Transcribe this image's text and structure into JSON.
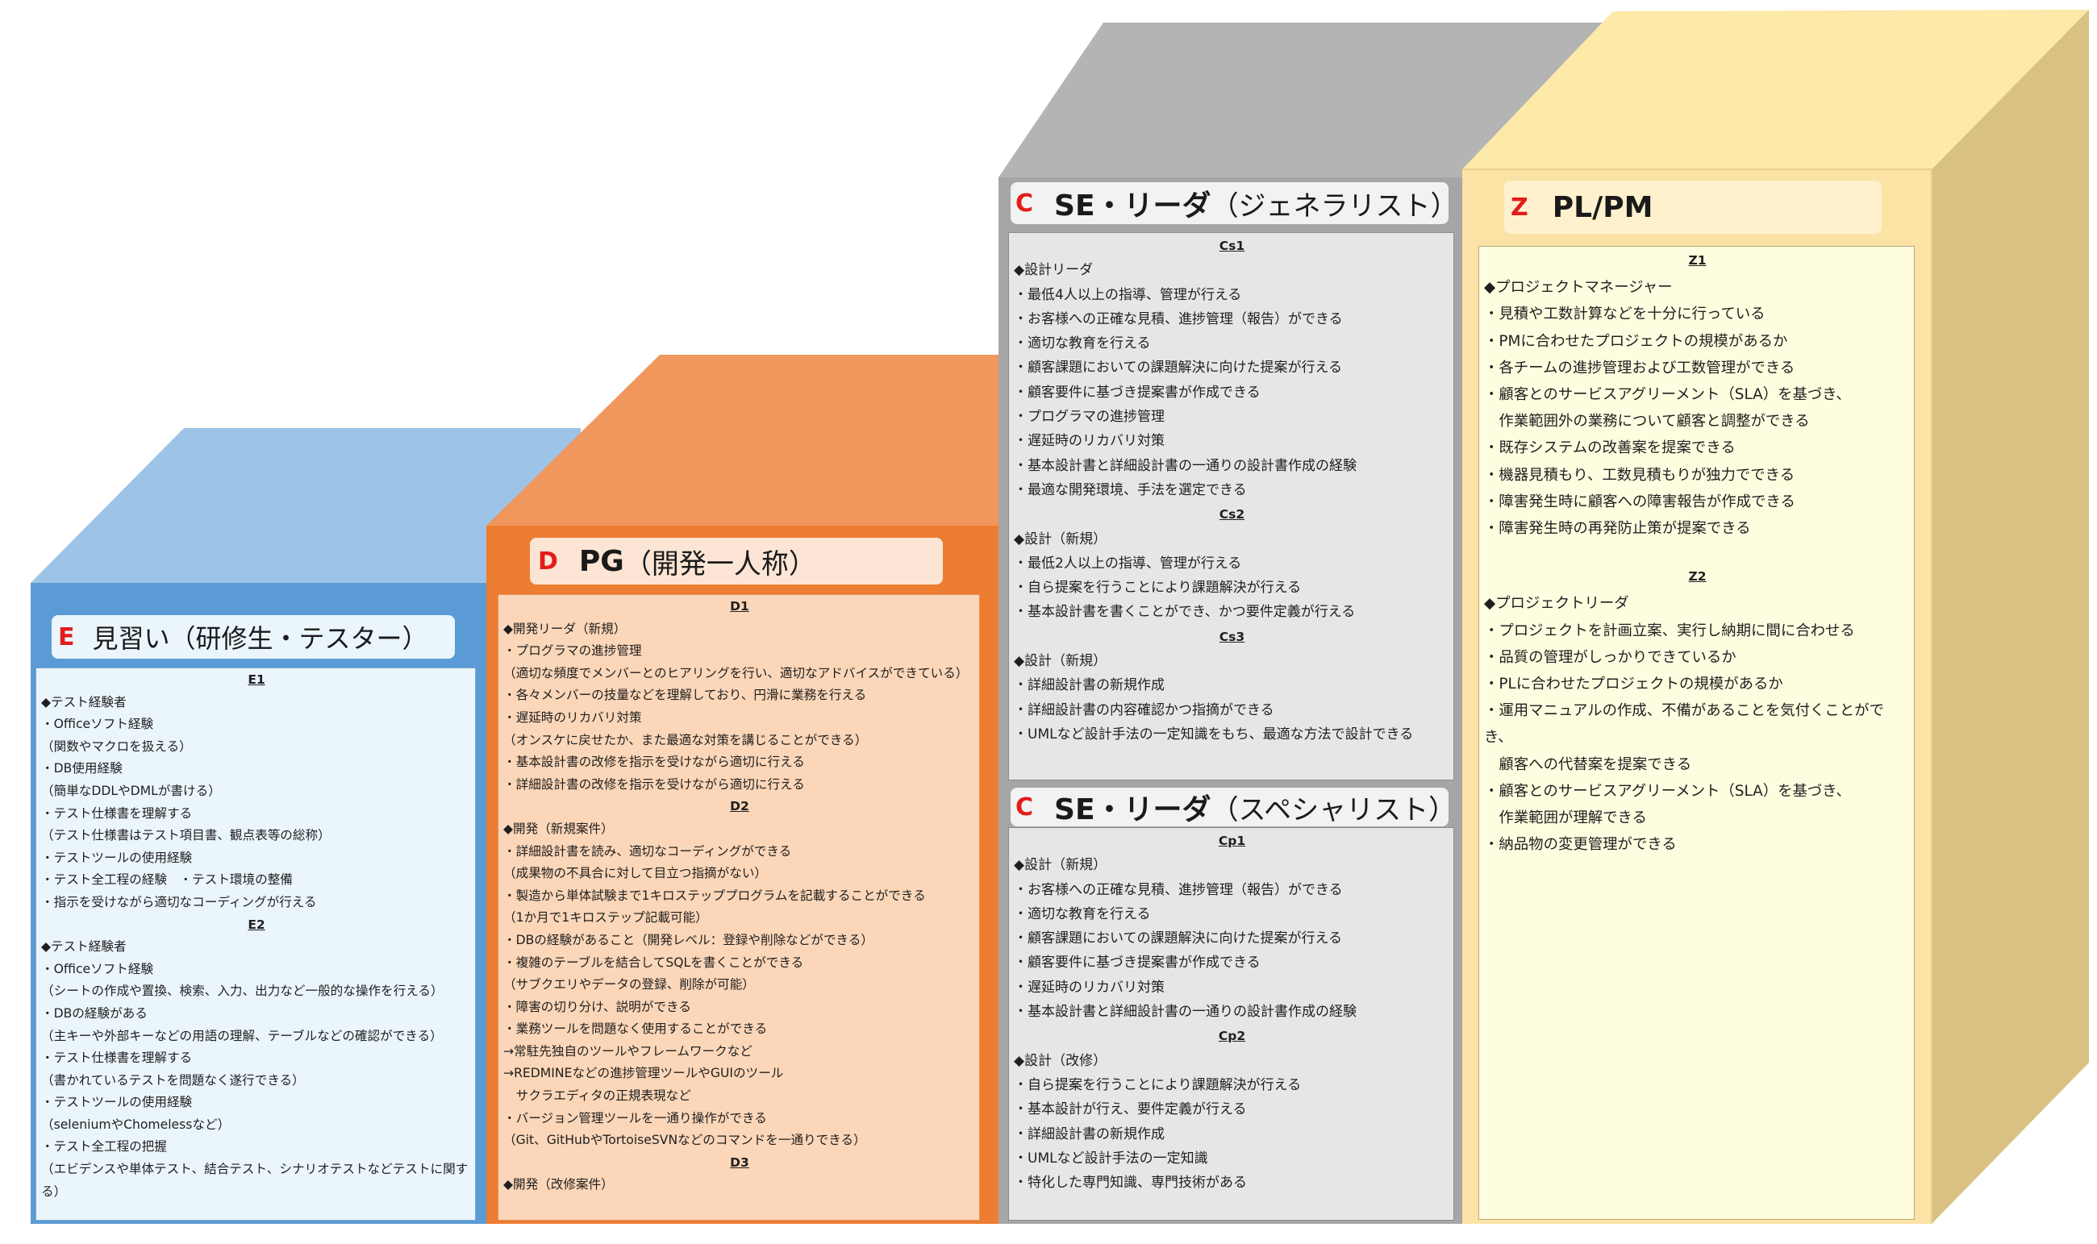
{
  "colors": {
    "E": {
      "front": "#5b9bd5",
      "top": "#9dc3e6",
      "panel": "#ebf5fc",
      "title": "#ebf5fc"
    },
    "D": {
      "front": "#ed7d31",
      "top": "#f0975e",
      "panel": "#fbd6b8",
      "title": "#fce5d4"
    },
    "C": {
      "front": "#a6a6a6",
      "top": "#b4b4b4",
      "panel": "#e7e6e6",
      "title": "#f2f2f2"
    },
    "Z": {
      "front": "#fbe3a5",
      "top": "#fde9a8",
      "side": "#d9c183",
      "panel": "#fffde0",
      "title": "#fff1cd"
    },
    "code": "#e31b1b"
  },
  "titles": [
    {
      "code": "E",
      "main": "見習い",
      "sub": "（研修生・テスター）"
    },
    {
      "code": "D",
      "main": "PG",
      "sub": "（開発一人称）"
    },
    {
      "code": "C",
      "main": "SE・リーダ",
      "sub": "（ジェネラリスト）"
    },
    {
      "code": "C",
      "main": "SE・リーダ",
      "sub": "（スペシャリスト）"
    },
    {
      "code": "Z",
      "main": "PL/PM",
      "sub": ""
    }
  ],
  "E": [
    {
      "h": "E1"
    },
    "◆テスト経験者",
    "・Officeソフト経験",
    "（関数やマクロを扱える）",
    "・DB使用経験",
    "（簡単なDDLやDMLが書ける）",
    "・テスト仕様書を理解する",
    "（テスト仕様書はテスト項目書、観点表等の総称）",
    "・テストツールの使用経験",
    "・テスト全工程の経験　・テスト環境の整備",
    "・指示を受けながら適切なコーディングが行える",
    {
      "h": "E2"
    },
    "◆テスト経験者",
    "・Officeソフト経験",
    "（シートの作成や置換、検索、入力、出力など一般的な操作を行える）",
    "・DBの経験がある",
    "（主キーや外部キーなどの用語の理解、テーブルなどの確認ができる）",
    "・テスト仕様書を理解する",
    "（書かれているテストを問題なく遂行できる）",
    "・テストツールの使用経験",
    "（seleniumやChomelessなど）",
    "・テスト全工程の把握",
    "（エビデンスや単体テスト、結合テスト、シナリオテストなどテストに関する）"
  ],
  "D": [
    {
      "h": "D1"
    },
    "◆開発リーダ（新規）",
    "・プログラマの進捗管理",
    "（適切な頻度でメンバーとのヒアリングを行い、適切なアドバイスができている）",
    "・各々メンバーの技量などを理解しており、円滑に業務を行える",
    "・遅延時のリカバリ対策",
    "（オンスケに戻せたか、また最適な対策を講じることができる）",
    "・基本設計書の改修を指示を受けながら適切に行える",
    "・詳細設計書の改修を指示を受けながら適切に行える",
    {
      "h": "D2"
    },
    "◆開発（新規案件）",
    "・詳細設計書を読み、適切なコーディングができる",
    "（成果物の不具合に対して目立つ指摘がない）",
    "・製造から単体試験まで1キロステッププログラムを記載することができる",
    "（1か月で1キロステップ記載可能）",
    "・DBの経験があること（開発レベル：登録や削除などができる）",
    "・複雑のテーブルを結合してSQLを書くことができる",
    "（サブクエリやデータの登録、削除が可能）",
    "・障害の切り分け、説明ができる",
    "・業務ツールを問題なく使用することができる",
    "→常駐先独自のツールやフレームワークなど",
    "→REDMINEなどの進捗管理ツールやGUIのツール",
    "　サクラエディタの正規表現など",
    "・バージョン管理ツールを一通り操作ができる",
    "（Git、GitHubやTortoiseSVNなどのコマンドを一通りできる）",
    {
      "h": "D3"
    },
    "◆開発（改修案件）"
  ],
  "Cs": [
    {
      "h": "Cs1"
    },
    "◆設計リーダ",
    "・最低4人以上の指導、管理が行える",
    "・お客様への正確な見積、進捗管理（報告）ができる",
    "・適切な教育を行える",
    "・顧客課題においての課題解決に向けた提案が行える",
    "・顧客要件に基づき提案書が作成できる",
    "・プログラマの進捗管理",
    "・遅延時のリカバリ対策",
    "・基本設計書と詳細設計書の一通りの設計書作成の経験",
    "・最適な開発環境、手法を選定できる",
    {
      "h": "Cs2"
    },
    "◆設計（新規）",
    "・最低2人以上の指導、管理が行える",
    "・自ら提案を行うことにより課題解決が行える",
    "・基本設計書を書くことができ、かつ要件定義が行える",
    {
      "h": "Cs3"
    },
    "◆設計（新規）",
    "・詳細設計書の新規作成",
    "・詳細設計書の内容確認かつ指摘ができる",
    "・UMLなど設計手法の一定知識をもち、最適な方法で設計できる"
  ],
  "Cp": [
    {
      "h": "Cp1"
    },
    "◆設計（新規）",
    "・お客様への正確な見積、進捗管理（報告）ができる",
    "・適切な教育を行える",
    "・顧客課題においての課題解決に向けた提案が行える",
    "・顧客要件に基づき提案書が作成できる",
    "・遅延時のリカバリ対策",
    "・基本設計書と詳細設計書の一通りの設計書作成の経験",
    {
      "h": "Cp2"
    },
    "◆設計（改修）",
    "・自ら提案を行うことにより課題解決が行える",
    "・基本設計が行え、要件定義が行える",
    "・詳細設計書の新規作成",
    "・UMLなど設計手法の一定知識",
    "・特化した専門知識、専門技術がある"
  ],
  "Z": [
    {
      "h": "Z1"
    },
    "◆プロジェクトマネージャー",
    "・見積や工数計算などを十分に行っている",
    "・PMに合わせたプロジェクトの規模があるか",
    "・各チームの進捗管理および工数管理ができる",
    "・顧客とのサービスアグリーメント（SLA）を基づき、",
    "　作業範囲外の業務について顧客と調整ができる",
    "・既存システムの改善案を提案できる",
    "・機器見積もり、工数見積もりが独力でできる",
    "・障害発生時に顧客への障害報告が作成できる",
    "・障害発生時の再発防止策が提案できる",
    {
      "gap": true
    },
    {
      "h": "Z2"
    },
    "◆プロジェクトリーダ",
    "・プロジェクトを計画立案、実行し納期に間に合わせる",
    "・品質の管理がしっかりできているか",
    "・PLに合わせたプロジェクトの規模があるか",
    "・運用マニュアルの作成、不備があることを気付くことができ、",
    "　顧客への代替案を提案できる",
    "・顧客とのサービスアグリーメント（SLA）を基づき、",
    "　作業範囲が理解できる",
    "・納品物の変更管理ができる"
  ]
}
